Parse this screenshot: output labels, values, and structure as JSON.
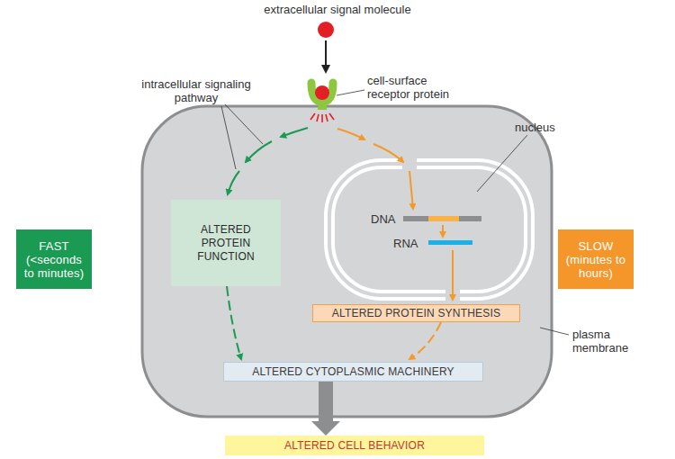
{
  "diagram": {
    "nodes": [
      {
        "text": [
          "FAST",
          "(<seconds to minutes)"
        ]
      },
      {
        "text": [
          "ALTERED PROTEIN FUNCTION"
        ]
      },
      {
        "text": [
          "SLOW",
          "(minutes to hours)"
        ]
      },
      {
        "text": [
          "ALTERED PROTEIN SYNTHESIS"
        ]
      },
      {
        "text": [
          "ALTERED CYTOPLASMIC MACHINERY"
        ]
      },
      {
        "text": [
          "ALTERED CELL BEHAVIOR"
        ]
      }
    ],
    "edges": [
      {
        "from": 1,
        "to": 4,
        "arrow": "to"
      },
      {
        "from": 3,
        "to": 4,
        "arrow": "to"
      },
      {
        "from": 4,
        "to": 5,
        "arrow": "to"
      }
    ],
    "labels": [
      "extracellular signal molecule",
      "intracellular signaling pathway",
      "cell-surface receptor protein",
      "nucleus",
      "DNA",
      "RNA",
      "plasma membrane"
    ]
  }
}
